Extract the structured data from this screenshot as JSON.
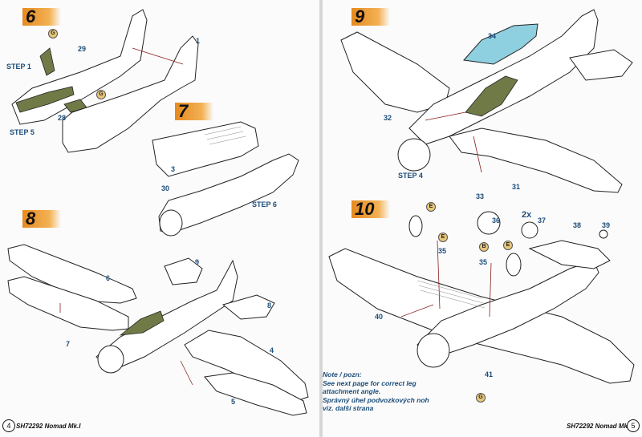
{
  "steps": [
    {
      "number": "6"
    },
    {
      "number": "7"
    },
    {
      "number": "8"
    },
    {
      "number": "9"
    },
    {
      "number": "10"
    }
  ],
  "callouts": {
    "p1": "1",
    "p29": "29",
    "p28": "28",
    "step1": "STEP 1",
    "step5": "STEP 5",
    "p3": "3",
    "p30": "30",
    "step6": "STEP 6",
    "p6": "6",
    "p7": "7",
    "p9": "9",
    "p8": "8",
    "p4": "4",
    "p5": "5",
    "p34": "34",
    "p32": "32",
    "p31": "31",
    "p33": "33",
    "step4": "STEP 4",
    "p36": "36",
    "x2": "2x",
    "p37": "37",
    "p38": "38",
    "p39": "39",
    "p35a": "35",
    "p35b": "35",
    "p40": "40",
    "p41": "41"
  },
  "glue_letters": {
    "g_a": "G",
    "g_b": "G",
    "e_a": "E",
    "b_a": "B",
    "e_b": "E",
    "e_c": "E",
    "g_c": "G"
  },
  "note": {
    "line1": "Note / pozn:",
    "line2": "See next page for correct leg",
    "line3": "attachment angle.",
    "line4": "Správný úhel podvozkových noh",
    "line5": "viz. další strana"
  },
  "footer": {
    "left_page_num": "4",
    "left_label": "SH72292 Nomad Mk.I",
    "right_label": "SH72292 Nomad Mk.I",
    "right_page_num": "5"
  },
  "colors": {
    "badge_orange": "#e58a1f",
    "callout_blue": "#1c4e7a",
    "interior_green": "#6f7a47",
    "canopy_cyan": "#8fd0e0",
    "line_red": "#8b1e1e"
  }
}
